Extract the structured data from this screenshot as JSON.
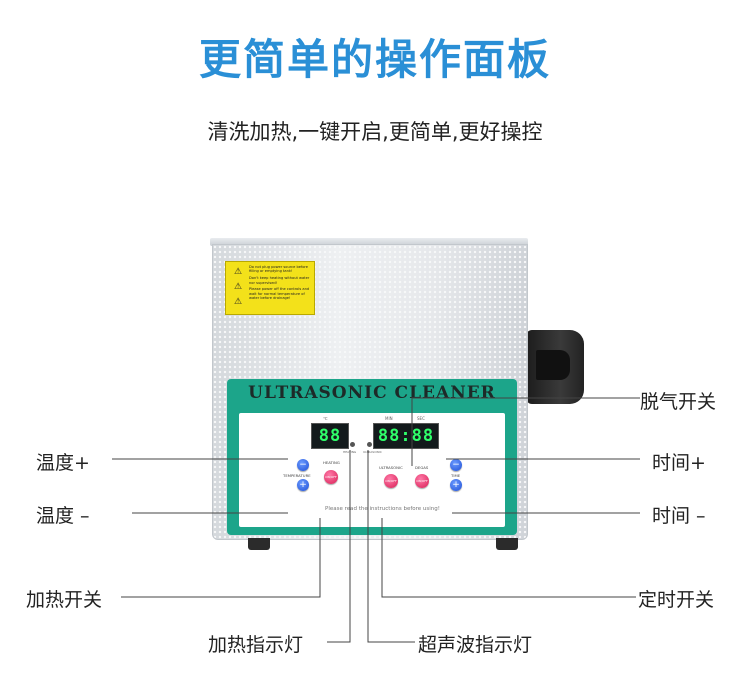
{
  "title": "更简单的操作面板",
  "subtitle": "清洗加热,一键开启,更简单,更好操控",
  "device": {
    "brand_text": "ULTRASONIC CLEANER",
    "warning_lines": [
      "Do not plug power source before filling or emptying tank!",
      "Don't keep heating without water nor supervised!",
      "Please power off the controls and wait for normal temperature of water before drainage!"
    ],
    "temp_display": "88",
    "time_display": "88:88",
    "temp_label": "℃",
    "time_labels": [
      "MIN",
      "SEC"
    ],
    "heating_caption": "HEATING",
    "heating_led_caption": "HEATING",
    "ultrasonic_led_caption": "ULTRASONIC",
    "temperature_caption": "TEMPERATURE",
    "ultrasonic_caption": "ULTRASONIC",
    "degas_caption": "DEGAS",
    "time_caption": "TIME",
    "button_caption": "ON/OFF",
    "plus_symbol": "+",
    "minus_symbol": "−",
    "read_note": "Please read the instructions before using!",
    "colors": {
      "panel": "#1ca58a",
      "button_red": "#d81e55",
      "button_blue": "#1f4fd6",
      "display": "#2fff6a"
    }
  },
  "callouts": {
    "degas": "脱气开关",
    "temp_plus": "温度+",
    "time_plus": "时间+",
    "temp_minus": "温度 –",
    "time_minus": "时间 –",
    "heat_switch": "加热开关",
    "timer_switch": "定时开关",
    "heat_indicator": "加热指示灯",
    "ultra_indicator": "超声波指示灯"
  }
}
